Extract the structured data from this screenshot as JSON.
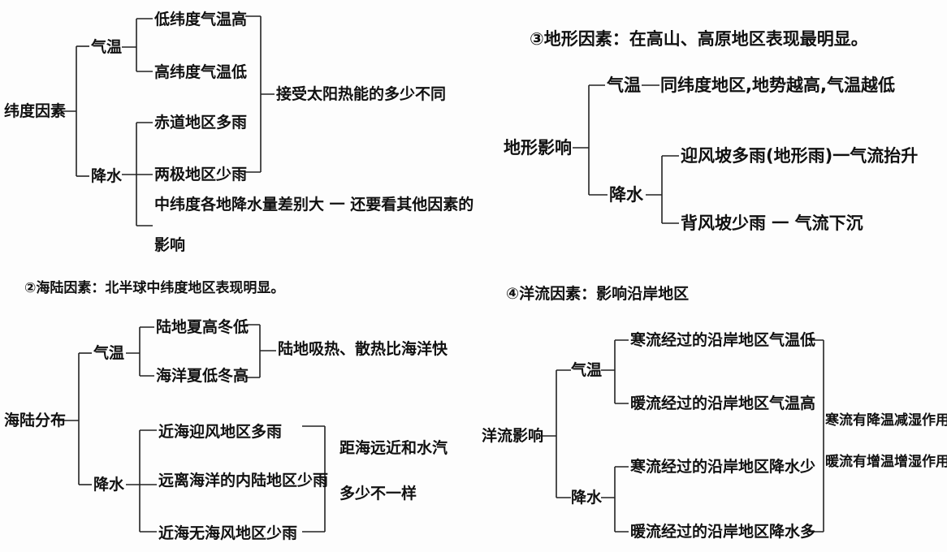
{
  "latitude": {
    "root": "纬度因素",
    "temperature": "气温",
    "precipitation": "降水",
    "temp_items": [
      "低纬度气温高",
      "高纬度气温低"
    ],
    "precip_items": [
      "赤道地区多雨",
      "两极地区少雨",
      "中纬度各地降水量差别大 一 还要看其他因素的",
      "影响"
    ],
    "reason": "接受太阳热能的多少不同"
  },
  "terrain": {
    "title": "③地形因素：在高山、高原地区表现最明显。",
    "root": "地形影响",
    "temperature": "气温",
    "temp_item": "同纬度地区,地势越高,气温越低",
    "precipitation": "降水",
    "precip_items": [
      "迎风坡多雨(地形雨)一气流抬升",
      "背风坡少雨 一 气流下沉"
    ]
  },
  "land_sea": {
    "title": "②海陆因素：北半球中纬度地区表现明显。",
    "root": "海陆分布",
    "temperature": "气温",
    "temp_items": [
      "陆地夏高冬低",
      "海洋夏低冬高"
    ],
    "temp_reason": "陆地吸热、散热比海洋快",
    "precipitation": "降水",
    "precip_items": [
      "近海迎风地区多雨",
      "远离海洋的内陆地区少雨",
      "近海无海风地区少雨"
    ],
    "precip_reason": [
      "距海远近和水汽",
      "多少不一样"
    ]
  },
  "ocean_current": {
    "title": "④洋流因素：影响沿岸地区",
    "root": "洋流影响",
    "temperature": "气温",
    "temp_items": [
      "寒流经过的沿岸地区气温低",
      "暖流经过的沿岸地区气温高"
    ],
    "precipitation": "降水",
    "precip_items": [
      "寒流经过的沿岸地区降水少",
      "暖流经过的沿岸地区降水多"
    ],
    "effects": [
      "寒流有降温减湿作用",
      "暖流有增温增湿作用"
    ]
  }
}
